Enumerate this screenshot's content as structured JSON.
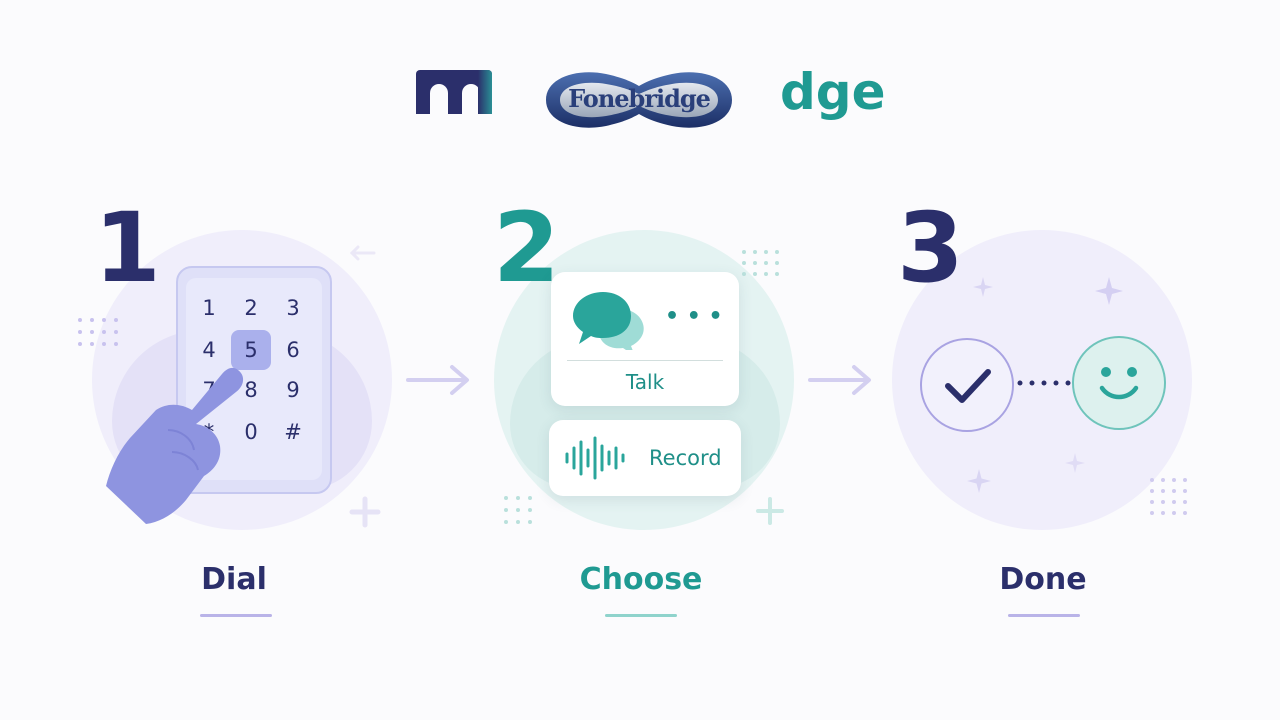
{
  "logo": {
    "left_mark": "m",
    "emblem_text": "Fonebridge",
    "right_fragment": "dge"
  },
  "steps": [
    {
      "number": "1",
      "caption": "Dial",
      "keypad_keys": [
        "1",
        "2",
        "3",
        "4",
        "5",
        "6",
        "7",
        "8",
        "9",
        "*",
        "0",
        "#"
      ],
      "highlighted_key": "5"
    },
    {
      "number": "2",
      "caption": "Choose",
      "options": [
        {
          "label": "Talk",
          "ellipsis": "• • •"
        },
        {
          "label": "Record"
        }
      ]
    },
    {
      "number": "3",
      "caption": "Done"
    }
  ],
  "colors": {
    "navy": "#2b2f6b",
    "teal": "#1f9a92",
    "lavender": "#efedfb",
    "mint": "#e3f3f1",
    "accent_lavender": "#b9b3e8",
    "accent_teal": "#8fd3cc"
  },
  "icons": [
    "hand-pointer-icon",
    "chat-bubbles-icon",
    "sound-wave-icon",
    "checkmark-icon",
    "smiley-icon",
    "arrow-right-icon",
    "sparkle-icon",
    "plus-icon"
  ]
}
